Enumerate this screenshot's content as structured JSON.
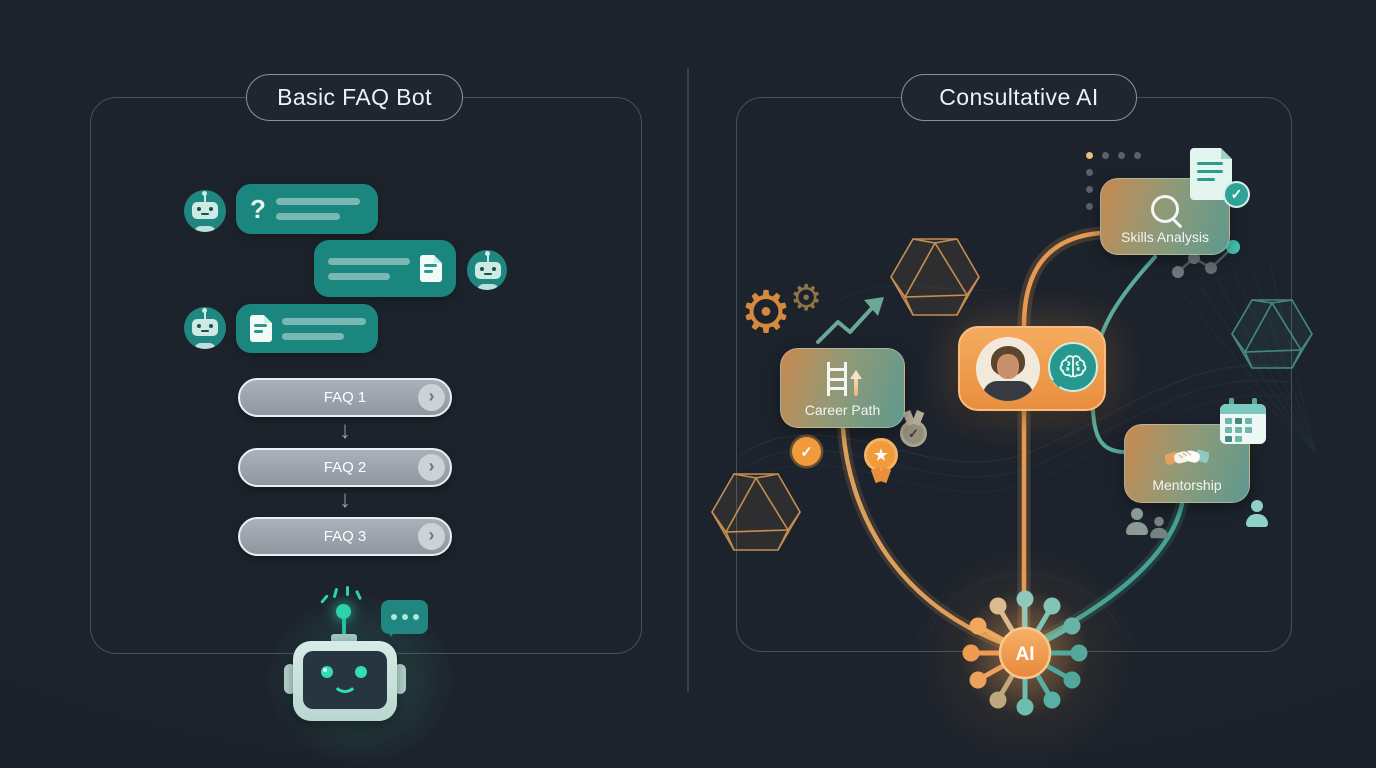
{
  "left_panel": {
    "title": "Basic FAQ Bot",
    "faq_items": [
      {
        "label": "FAQ 1"
      },
      {
        "label": "FAQ 2"
      },
      {
        "label": "FAQ 3"
      }
    ]
  },
  "right_panel": {
    "title": "Consultative AI",
    "nodes": {
      "skills": {
        "label": "Skills Analysis"
      },
      "career": {
        "label": "Career Path"
      },
      "mentorship": {
        "label": "Mentorship"
      }
    },
    "hub": {
      "label": "AI"
    }
  },
  "icons": {
    "question": "?",
    "arrow_down": "↓",
    "chevron": "›",
    "check": "✓",
    "star": "★",
    "gear": "⚙"
  },
  "palette": {
    "background": "#1d232c",
    "panel_border": "#474f5b",
    "chat_teal": "#1b867d",
    "teal_bright": "#2ed3ae",
    "node_gradient_left": "#c8894f",
    "node_gradient_right": "#5e998e",
    "accent_orange": "#f09d4c",
    "faq_pill_gray": "#9aa1ab"
  }
}
